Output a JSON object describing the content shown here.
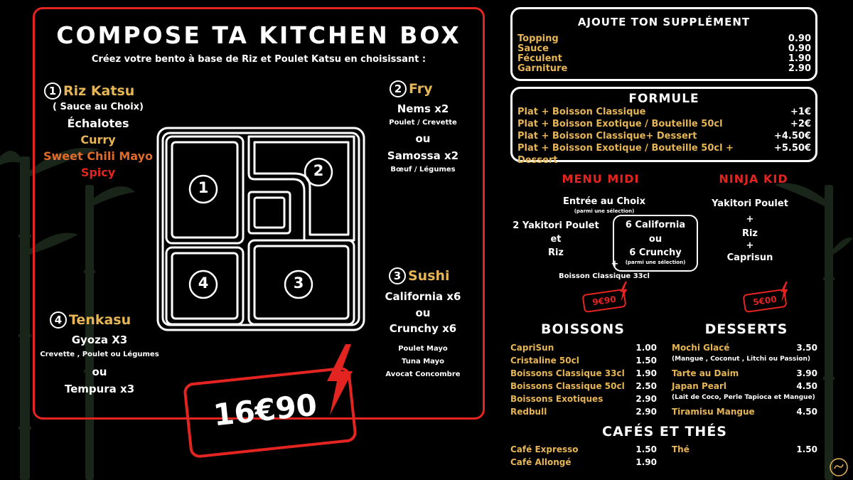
{
  "colors": {
    "accent_red": "#e42420",
    "gold": "#e6b555",
    "orange": "#e06a2a",
    "background": "#000000"
  },
  "kitchen_box": {
    "title": "COMPOSE TA KITCHEN BOX",
    "subtitle": "Créez votre bento à base de Riz et Poulet Katsu en choisissant :",
    "price": "16€90",
    "section1": {
      "num": "1",
      "label": "Riz Katsu",
      "sub": "( Sauce au Choix)",
      "items": [
        "Échalotes",
        "Curry",
        "Sweet Chili Mayo",
        "Spicy"
      ]
    },
    "section2": {
      "num": "2",
      "label": "Fry",
      "l1": "Nems x2",
      "l2": "Poulet / Crevette",
      "l3": "ou",
      "l4": "Samossa x2",
      "l5": "Bœuf / Légumes"
    },
    "section3": {
      "num": "3",
      "label": "Sushi",
      "l1": "California x6",
      "l2": "ou",
      "l3": "Crunchy x6",
      "l4": "Poulet Mayo",
      "l5": "Tuna Mayo",
      "l6": "Avocat Concombre"
    },
    "section4": {
      "num": "4",
      "label": "Tenkasu",
      "l1": "Gyoza X3",
      "l2": "Crevette , Poulet ou Légumes",
      "l3": "ou",
      "l4": "Tempura x3"
    },
    "bento_numbers": [
      "1",
      "2",
      "3",
      "4"
    ]
  },
  "supplement": {
    "title": "AJOUTE TON SUPPLÉMENT",
    "items": [
      {
        "name": "Topping",
        "price": "0.90"
      },
      {
        "name": "Sauce",
        "price": "0.90"
      },
      {
        "name": "Féculent",
        "price": "1.90"
      },
      {
        "name": "Garniture",
        "price": "2.90"
      }
    ]
  },
  "formule": {
    "title": "FORMULE",
    "items": [
      {
        "name": "Plat + Boisson Classique",
        "price": "+1€"
      },
      {
        "name": "Plat + Boisson Exotique / Bouteille 50cl",
        "price": "+2€"
      },
      {
        "name": "Plat + Boisson Classique+ Dessert",
        "price": "+4.50€"
      },
      {
        "name": "Plat + Boisson Exotique / Bouteille 50cl + Dessert",
        "price": "+5.50€"
      }
    ]
  },
  "menu_midi": {
    "title": "MENU MIDI",
    "entree": "Entrée au Choix",
    "entree_sub": "(parmi une sélection)",
    "left_l1": "2 Yakitori Poulet",
    "left_l2": "et",
    "left_l3": "Riz",
    "box_l1": "6 California",
    "box_l2": "ou",
    "box_l3": "6 Crunchy",
    "box_sub": "(parmi une sélection)",
    "plus": "+",
    "boisson": "Boisson Classique 33cl",
    "price": "9€90"
  },
  "ninja_kid": {
    "title": "NINJA KID",
    "l1": "Yakitori Poulet",
    "l2": "+",
    "l3": "Riz",
    "l4": "+",
    "l5": "Caprisun",
    "price": "5€00"
  },
  "boissons": {
    "title": "BOISSONS",
    "items": [
      {
        "name": "CapriSun",
        "price": "1.00"
      },
      {
        "name": "Cristaline 50cl",
        "price": "1.50"
      },
      {
        "name": "Boissons Classique 33cl",
        "price": "1.90"
      },
      {
        "name": "Boissons Classique 50cl",
        "price": "2.50"
      },
      {
        "name": "Boissons Exotiques",
        "price": "2.90"
      },
      {
        "name": "Redbull",
        "price": "2.90"
      }
    ]
  },
  "desserts": {
    "title": "DESSERTS",
    "items": [
      {
        "name": "Mochi Glacé",
        "price": "3.50",
        "sub": "(Mangue , Coconut , Litchi ou Passion)"
      },
      {
        "name": "Tarte au Daim",
        "price": "3.90",
        "sub": ""
      },
      {
        "name": "Japan Pearl",
        "price": "4.50",
        "sub": "(Lait de Coco, Perle Tapioca et Mangue)"
      },
      {
        "name": "Tiramisu Mangue",
        "price": "4.50",
        "sub": ""
      }
    ]
  },
  "cafes": {
    "title": "CAFÉS ET THÉS",
    "left": [
      {
        "name": "Café Expresso",
        "price": "1.50"
      },
      {
        "name": "Café Allongé",
        "price": "1.90"
      }
    ],
    "right": [
      {
        "name": "Thé",
        "price": "1.50"
      }
    ]
  },
  "icons": [
    "lightning-icon",
    "halal-badge-icon",
    "bamboo-decoration"
  ]
}
